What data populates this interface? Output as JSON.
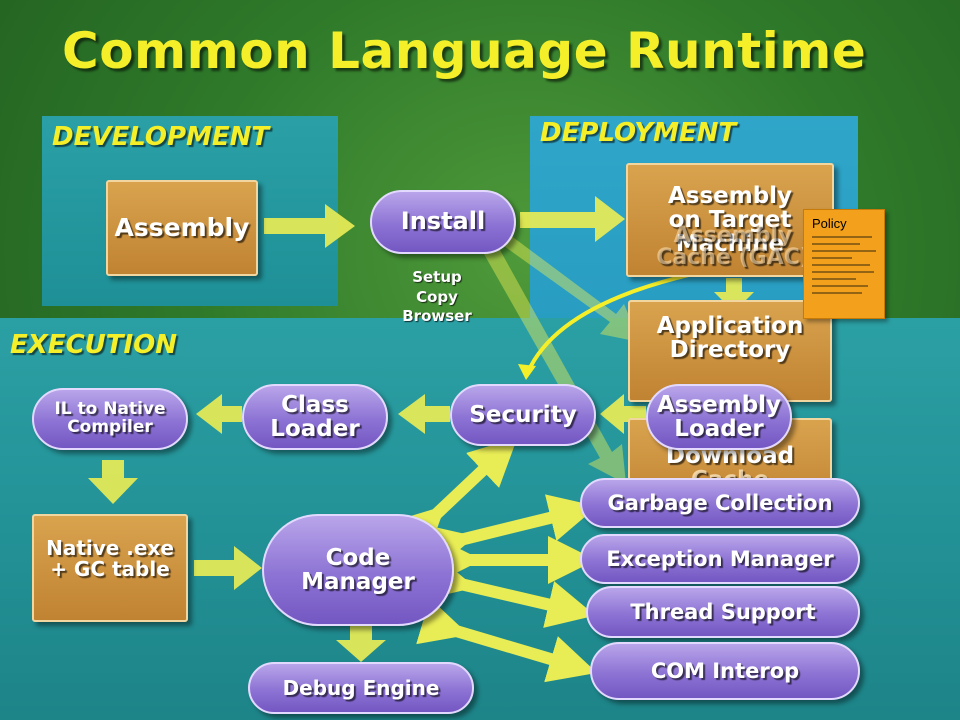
{
  "title": "Common Language Runtime",
  "sections": {
    "development": "DEVELOPMENT",
    "deployment": "DEPLOYMENT",
    "execution": "EXECUTION"
  },
  "development": {
    "assembly": "Assembly"
  },
  "install": {
    "label": "Install",
    "options": [
      "Setup",
      "Copy",
      "Browser"
    ]
  },
  "deployment": {
    "assembly_on_target": [
      "Assembly",
      "on Target",
      "Machine"
    ],
    "ghost_cache": [
      "Assembly",
      "Cache (GAC)"
    ],
    "application_directory": [
      "Application",
      "Directory"
    ],
    "download_cache": [
      "Download",
      "Cache"
    ],
    "policy": "Policy"
  },
  "execution": {
    "il_to_native": [
      "IL to Native",
      "Compiler"
    ],
    "class_loader": [
      "Class",
      "Loader"
    ],
    "security": "Security",
    "assembly_loader": [
      "Assembly",
      "Loader"
    ],
    "native_exe": [
      "Native .exe",
      "+ GC table"
    ],
    "code_manager": [
      "Code",
      "Manager"
    ],
    "debug_engine": "Debug Engine",
    "services": [
      "Garbage Collection",
      "Exception Manager",
      "Thread Support",
      "COM Interop"
    ]
  },
  "colors": {
    "title": "#f5ef2a",
    "box": "#c9903c",
    "pill": "#8c73d4",
    "arrow": "#e8ec55",
    "policy": "#f3a01c"
  }
}
